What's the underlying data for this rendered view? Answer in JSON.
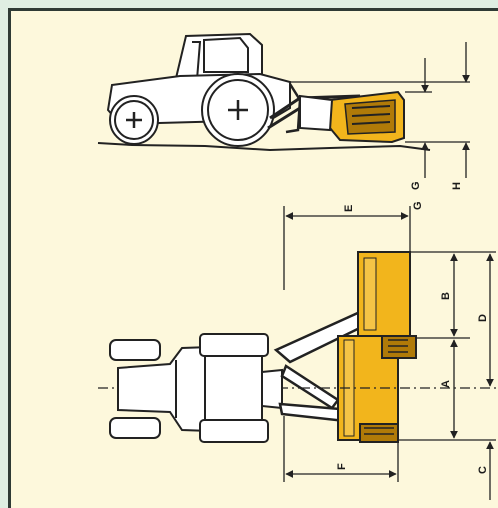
{
  "diagram": {
    "colors": {
      "background": "#dfeee2",
      "panel": "#fdf8dc",
      "line": "#222222",
      "mower": "#f2b51c",
      "mower_dark": "#b07a08"
    },
    "side_view_labels": {
      "g": "G",
      "h": "H"
    },
    "top_view_labels": {
      "e": "E",
      "g": "G",
      "b": "B",
      "d": "D",
      "a": "A",
      "f": "F",
      "c": "C"
    }
  }
}
